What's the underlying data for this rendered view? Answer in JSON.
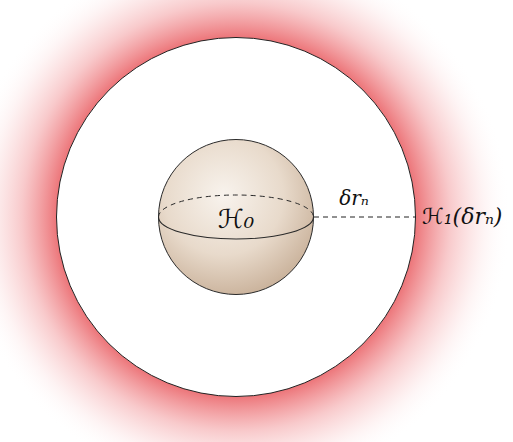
{
  "diagram": {
    "nodes": [
      {
        "text": [
          "ℋ₁(δrₙ)"
        ]
      },
      {
        "text": [
          "ℋ₀"
        ],
        "in": 0
      }
    ],
    "labels": [
      "δrₙ"
    ]
  }
}
